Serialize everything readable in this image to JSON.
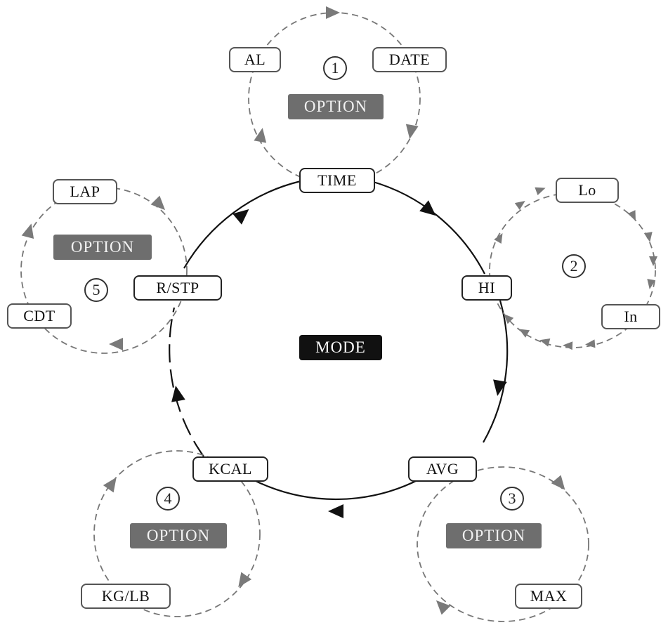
{
  "center": {
    "label": "MODE"
  },
  "main_nodes": {
    "time": "TIME",
    "hi": "HI",
    "avg": "AVG",
    "kcal": "KCAL",
    "rstp": "R/STP"
  },
  "sub_cycles": [
    {
      "number": "1",
      "option_label": "OPTION",
      "items": [
        "AL",
        "DATE"
      ]
    },
    {
      "number": "2",
      "items": [
        "Lo",
        "In"
      ]
    },
    {
      "number": "3",
      "option_label": "OPTION",
      "items": [
        "MAX"
      ]
    },
    {
      "number": "4",
      "option_label": "OPTION",
      "items": [
        "KG/LB"
      ]
    },
    {
      "number": "5",
      "option_label": "OPTION",
      "items": [
        "LAP",
        "CDT"
      ]
    }
  ],
  "colors": {
    "main_line": "#111111",
    "sub_line": "#777777",
    "option_fill": "#6e6e6e",
    "mode_fill": "#111111"
  }
}
